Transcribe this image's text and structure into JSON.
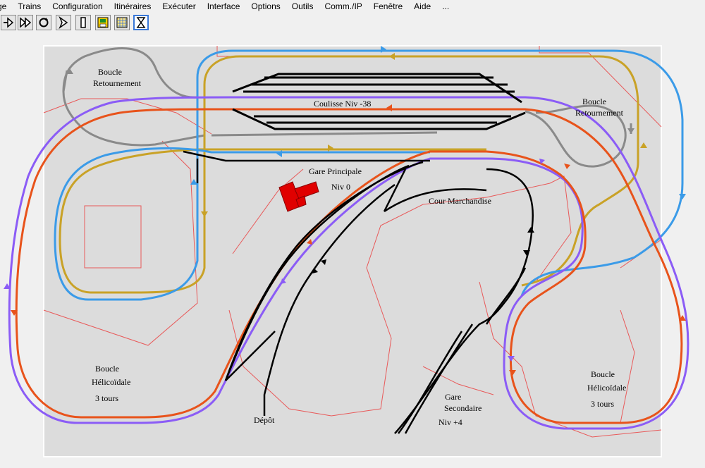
{
  "menu": {
    "items": [
      "ge",
      "Trains",
      "Configuration",
      "Itinéraires",
      "Exécuter",
      "Interface",
      "Options",
      "Outils",
      "Comm./IP",
      "Fenêtre",
      "Aide",
      "..."
    ]
  },
  "toolbar": {
    "buttons": [
      {
        "name": "step-forward-icon"
      },
      {
        "name": "fast-forward-icon"
      },
      {
        "name": "loop-icon"
      },
      {
        "name": "play-icon"
      },
      {
        "name": "pause-bar-icon"
      },
      {
        "name": "save-icon"
      },
      {
        "name": "grid-icon"
      },
      {
        "name": "hourglass-icon"
      }
    ]
  },
  "plan": {
    "labels": {
      "boucle_ret_left_1": "Boucle",
      "boucle_ret_left_2": "Retournement",
      "boucle_ret_right_1": "Boucle",
      "boucle_ret_right_2": "Retournement",
      "coulisse": "Coulisse   Niv -38",
      "gare_principale": "Gare Principale",
      "niv0": "Niv 0",
      "cour": "Cour Marchandise",
      "boucle_hel_left_1": "Boucle",
      "boucle_hel_left_2": "Hélicoïdale",
      "boucle_hel_left_3": "3 tours",
      "boucle_hel_right_1": "Boucle",
      "boucle_hel_right_2": "Hélicoïdale",
      "boucle_hel_right_3": "3 tours",
      "depot": "Dépôt",
      "gare_sec_1": "Gare",
      "gare_sec_2": "Secondaire",
      "niv4": "Niv +4"
    },
    "colors": {
      "orange": "#e8531b",
      "violet": "#8b5cf6",
      "blue": "#3b9be8",
      "gold": "#c9a227",
      "gray": "#8a8a8a",
      "red_outline": "#e85a5a",
      "station": "#e00000"
    }
  }
}
